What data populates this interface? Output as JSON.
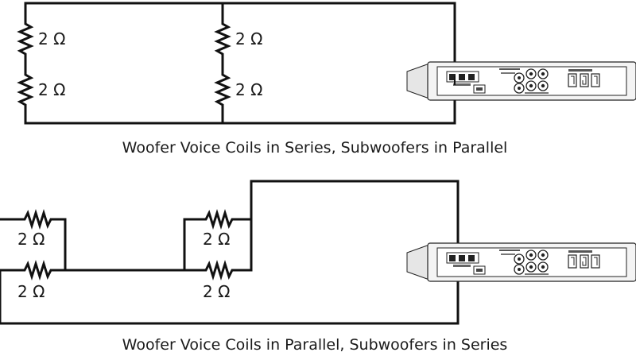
{
  "diagram_top": {
    "caption": "Woofer Voice Coils in Series, Subwoofers in Parallel",
    "resistors": [
      {
        "label": "2 Ω"
      },
      {
        "label": "2 Ω"
      },
      {
        "label": "2 Ω"
      },
      {
        "label": "2 Ω"
      }
    ]
  },
  "diagram_bottom": {
    "caption": "Woofer Voice Coils in Parallel, Subwoofers in Series",
    "resistors": [
      {
        "label": "2 Ω"
      },
      {
        "label": "2 Ω"
      },
      {
        "label": "2 Ω"
      },
      {
        "label": "2 Ω"
      }
    ]
  },
  "amplifier": {
    "icon": "amplifier-icon"
  }
}
